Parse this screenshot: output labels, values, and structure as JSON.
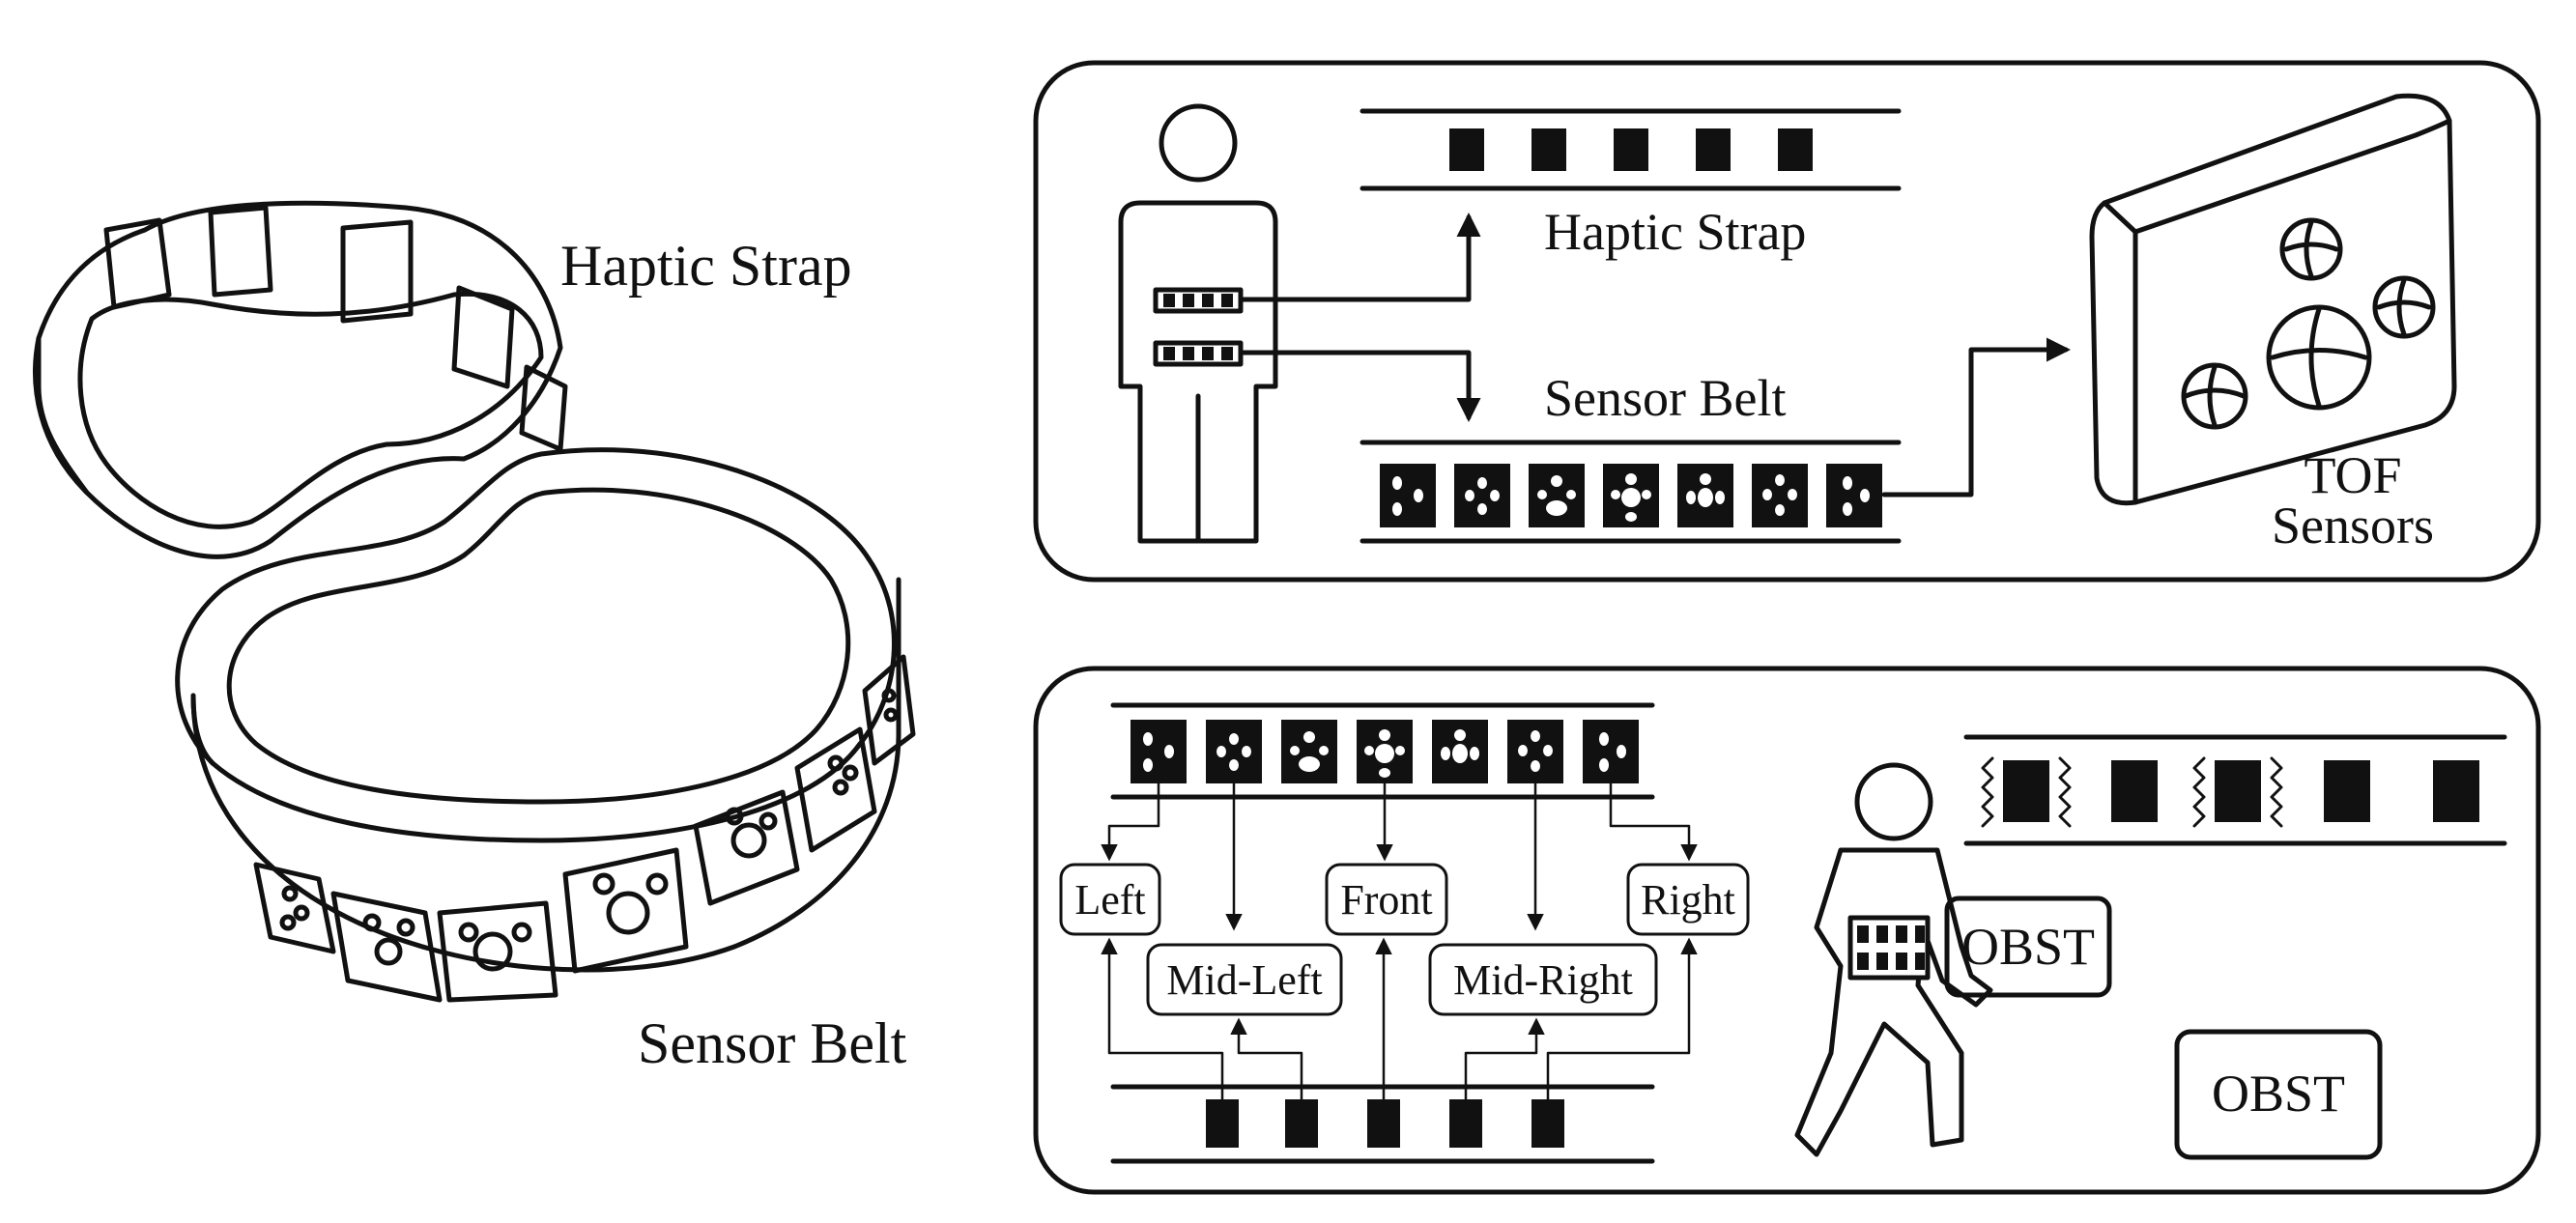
{
  "labels": {
    "haptic_strap": "Haptic Strap",
    "sensor_belt": "Sensor Belt",
    "tof_line1": "TOF",
    "tof_line2": "Sensors"
  },
  "zones": {
    "left": "Left",
    "mid_left": "Mid-Left",
    "front": "Front",
    "mid_right": "Mid-Right",
    "right": "Right"
  },
  "obstacles": {
    "near": "OBST",
    "far": "OBST"
  }
}
